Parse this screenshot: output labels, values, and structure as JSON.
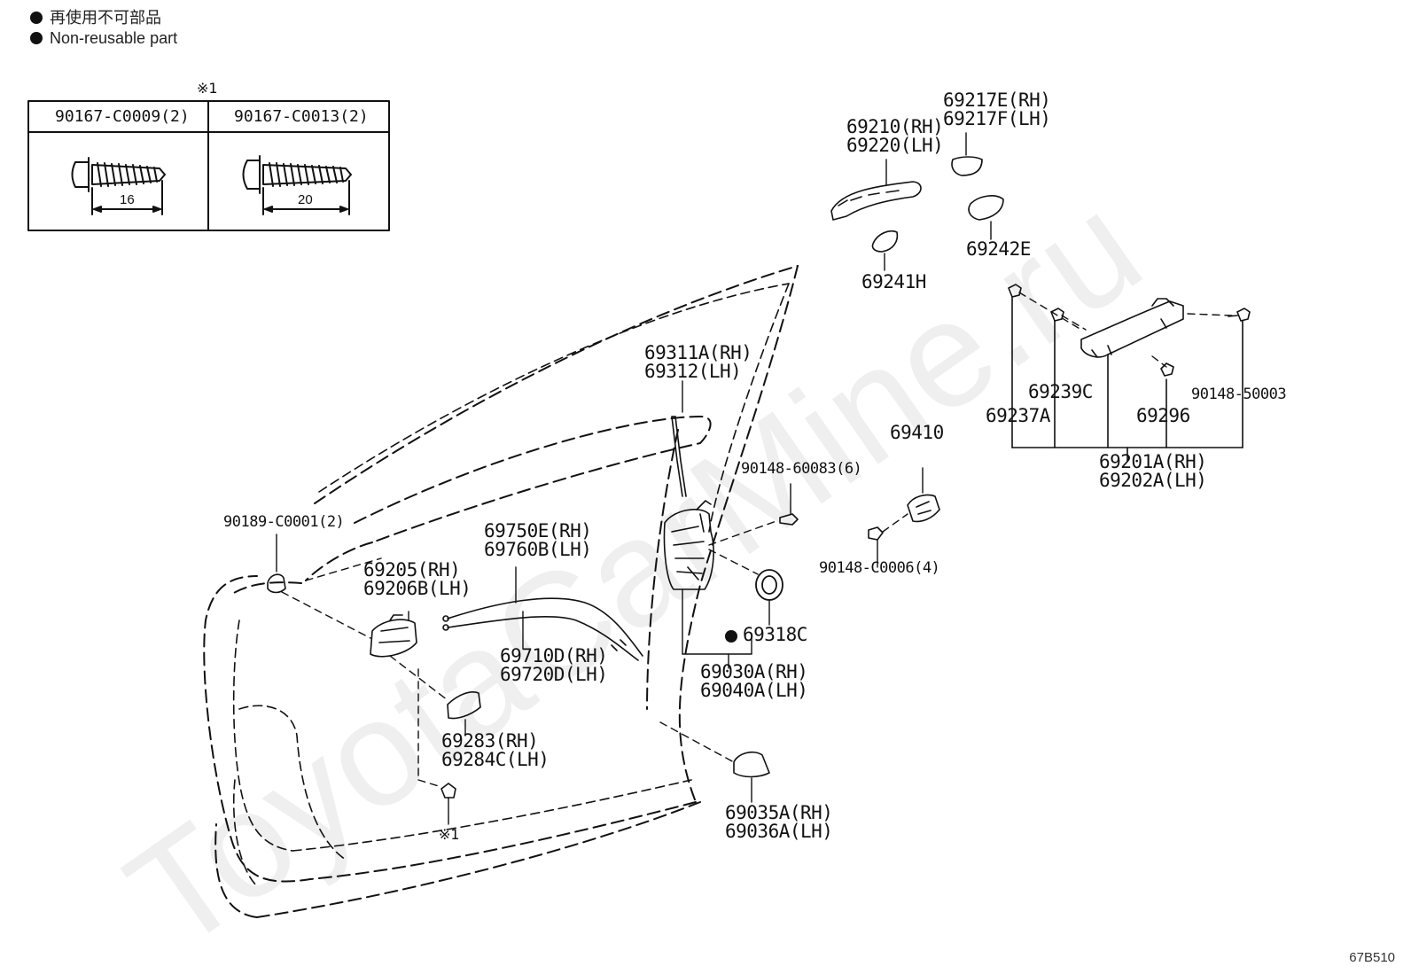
{
  "legend": {
    "line_jp": "再使用不可部品",
    "line_en": "Non-reusable part"
  },
  "screw_table": {
    "note_mark": "※1",
    "col1_part": "90167-C0009(2)",
    "col2_part": "90167-C0013(2)",
    "col1_length": "16",
    "col2_length": "20"
  },
  "watermark": "ToyotaCarMine.ru",
  "figure_code": "67B510",
  "labels": {
    "p69217": [
      "69217E(RH)",
      "69217F(LH)"
    ],
    "p69210": [
      "69210(RH)",
      "69220(LH)"
    ],
    "p69242E": "69242E",
    "p69241H": "69241H",
    "p69311": [
      "69311A(RH)",
      "69312(LH)"
    ],
    "p69239C": "69239C",
    "p69237A": "69237A",
    "p69296": "69296",
    "p90148_50003": "90148-50003",
    "p69410": "69410",
    "p69201": [
      "69201A(RH)",
      "69202A(LH)"
    ],
    "p90148_60083": "90148-60083(6)",
    "p90148_C0006": "90148-C0006(4)",
    "p90189": "90189-C0001(2)",
    "p69750": [
      "69750E(RH)",
      "69760B(LH)"
    ],
    "p69205": [
      "69205(RH)",
      "69206B(LH)"
    ],
    "p69318C": "69318C",
    "p69710": [
      "69710D(RH)",
      "69720D(LH)"
    ],
    "p69030": [
      "69030A(RH)",
      "69040A(LH)"
    ],
    "p69283": [
      "69283(RH)",
      "69284C(LH)"
    ],
    "p69035": [
      "69035A(RH)",
      "69036A(LH)"
    ],
    "note_bottom": "※1"
  }
}
